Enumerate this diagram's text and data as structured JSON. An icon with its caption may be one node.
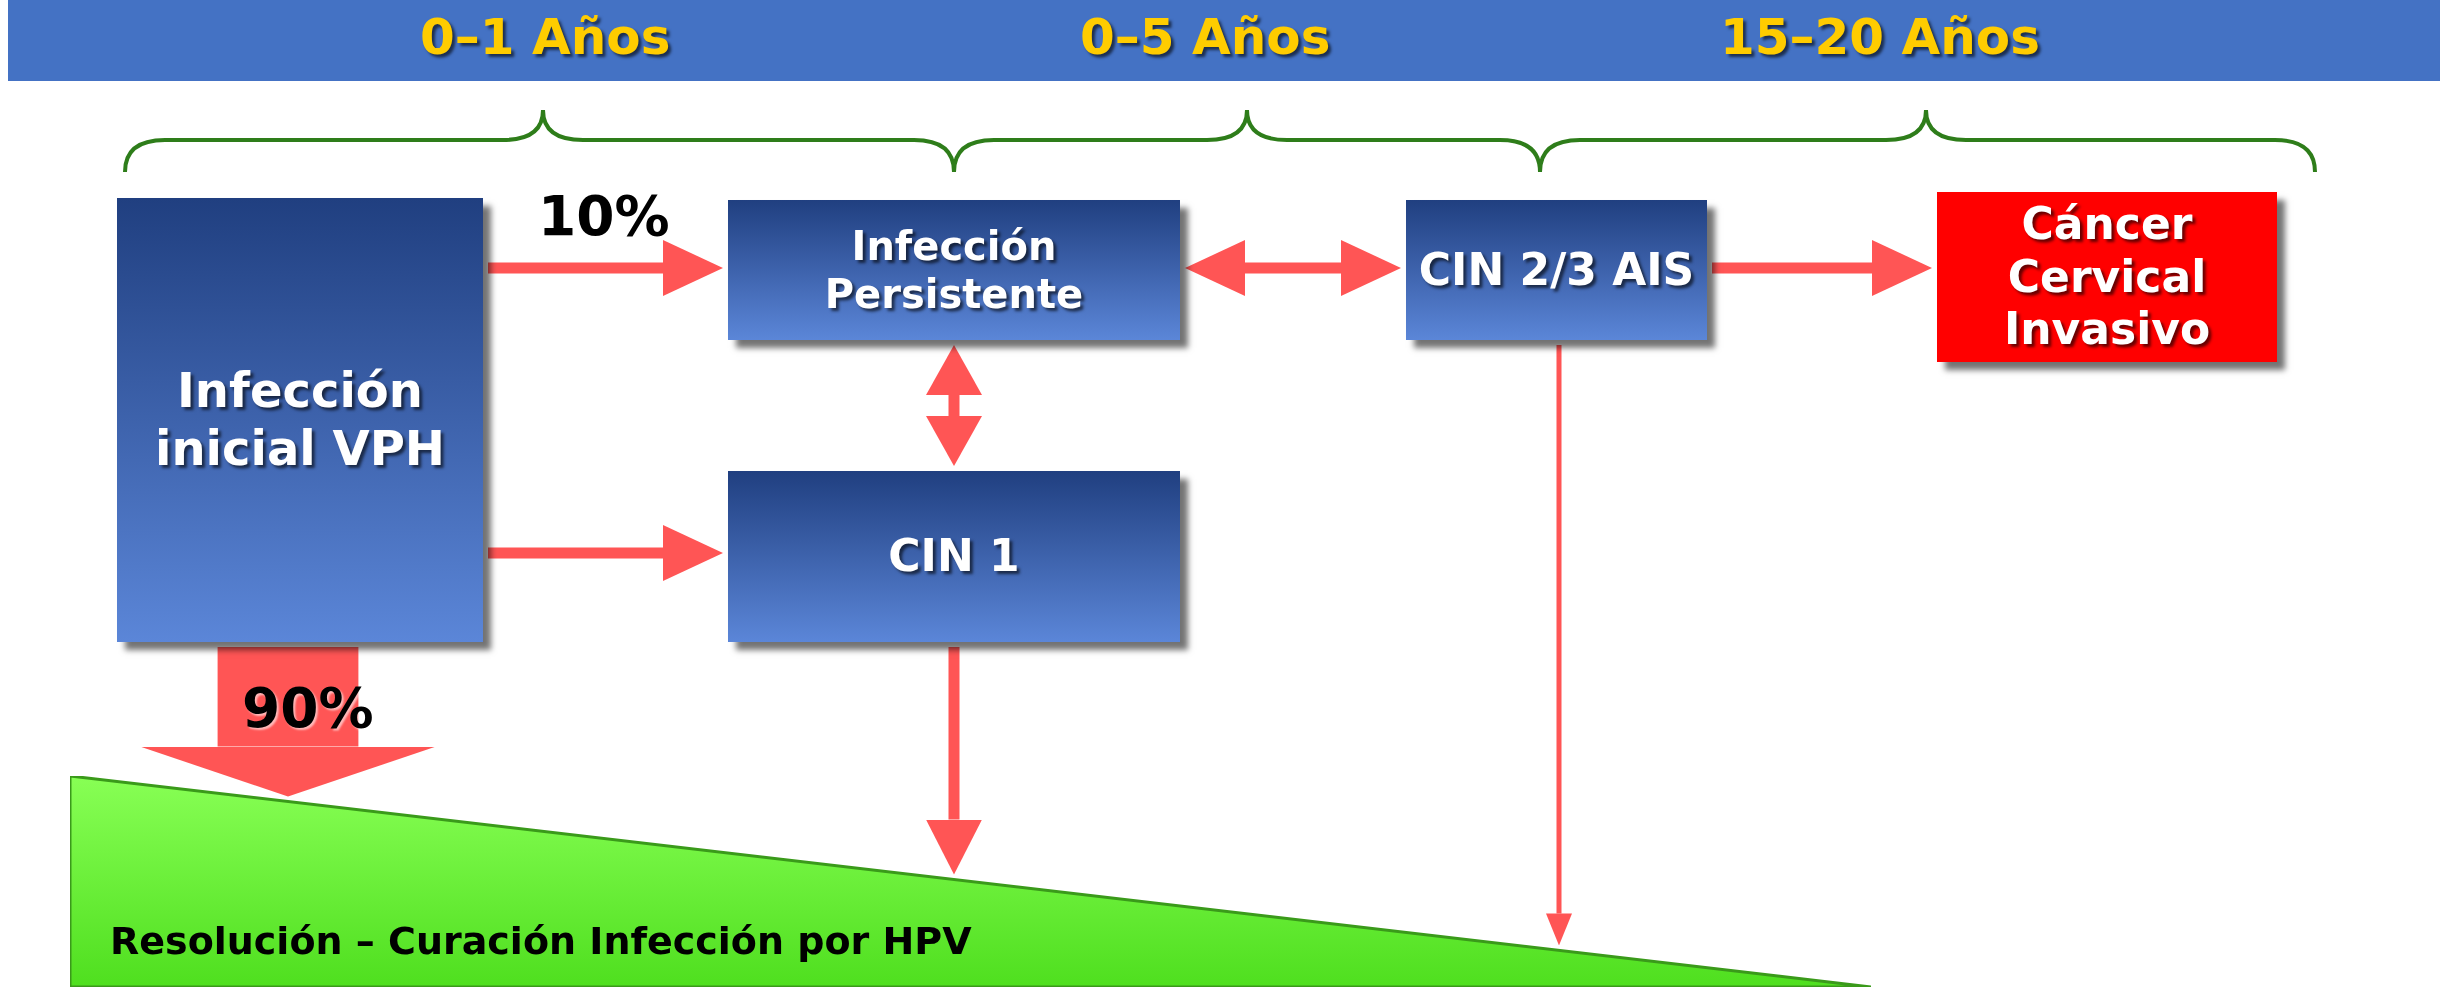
{
  "diagram": {
    "nodes": [
      {
        "text": [
          "Infección inicial VPH"
        ]
      },
      {
        "text": [
          "Infección Persistente"
        ]
      },
      {
        "text": [
          "CIN 2/3 AIS"
        ]
      },
      {
        "text": [
          "Cáncer Cervical Invasivo"
        ]
      },
      {
        "text": [
          "CIN 1"
        ]
      },
      {
        "text": [
          "Resolución – Curación Infección por HPV"
        ]
      }
    ],
    "edges": [
      {
        "from": 0,
        "to": 1,
        "arrow": "to",
        "label": "10%"
      },
      {
        "from": 1,
        "to": 2,
        "arrow": "both"
      },
      {
        "from": 2,
        "to": 3,
        "arrow": "to"
      },
      {
        "from": 1,
        "to": 4,
        "arrow": "both"
      },
      {
        "from": 0,
        "to": 4,
        "arrow": "to"
      },
      {
        "from": 0,
        "to": 5,
        "arrow": "to",
        "label": "90%",
        "style": "thick"
      },
      {
        "from": 4,
        "to": 5,
        "arrow": "to"
      },
      {
        "from": 2,
        "to": 5,
        "arrow": "to"
      }
    ],
    "labels": [
      "0–1 Años",
      "0–5 Años",
      "15–20 Años"
    ]
  }
}
